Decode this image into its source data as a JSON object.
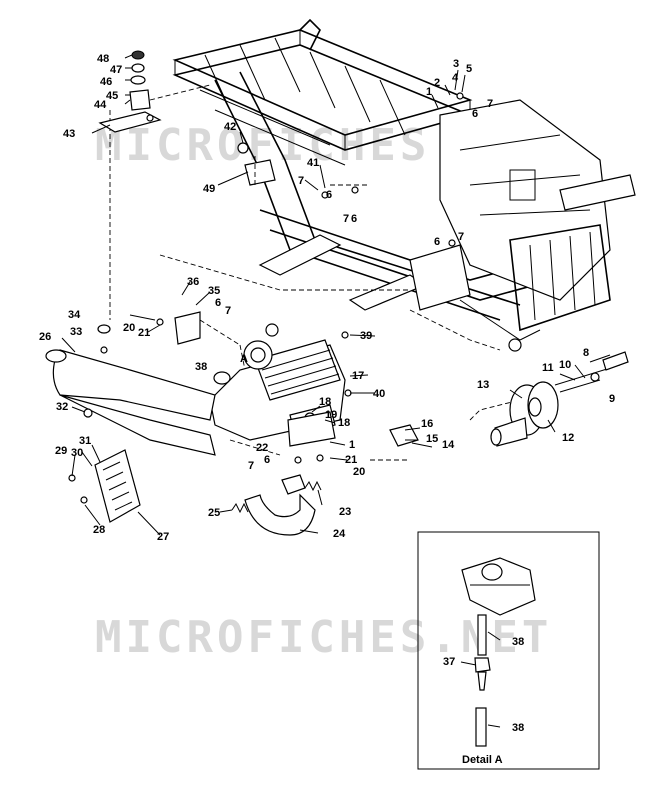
{
  "watermark": "MICROFICHES.NET",
  "detail": {
    "title": "Detail A"
  },
  "callouts": [
    {
      "id": "c48",
      "text": "48"
    },
    {
      "id": "c47",
      "text": "47"
    },
    {
      "id": "c46",
      "text": "46"
    },
    {
      "id": "c45",
      "text": "45"
    },
    {
      "id": "c44",
      "text": "44"
    },
    {
      "id": "c43",
      "text": "43"
    },
    {
      "id": "c42",
      "text": "42"
    },
    {
      "id": "c49",
      "text": "49"
    },
    {
      "id": "c1a",
      "text": "1"
    },
    {
      "id": "c2",
      "text": "2"
    },
    {
      "id": "c3",
      "text": "3"
    },
    {
      "id": "c4",
      "text": "4"
    },
    {
      "id": "c5",
      "text": "5"
    },
    {
      "id": "c6a",
      "text": "6"
    },
    {
      "id": "c7a",
      "text": "7"
    },
    {
      "id": "c41",
      "text": "41"
    },
    {
      "id": "c7b",
      "text": "7"
    },
    {
      "id": "c6b",
      "text": "6"
    },
    {
      "id": "c7c",
      "text": "7"
    },
    {
      "id": "c6c",
      "text": "6"
    },
    {
      "id": "c6d",
      "text": "6"
    },
    {
      "id": "c7d",
      "text": "7"
    },
    {
      "id": "c36",
      "text": "36"
    },
    {
      "id": "c35",
      "text": "35"
    },
    {
      "id": "c6e",
      "text": "6"
    },
    {
      "id": "c7e",
      "text": "7"
    },
    {
      "id": "c20a",
      "text": "20"
    },
    {
      "id": "c21a",
      "text": "21"
    },
    {
      "id": "c34",
      "text": "34"
    },
    {
      "id": "c33",
      "text": "33"
    },
    {
      "id": "c26",
      "text": "26"
    },
    {
      "id": "c38a",
      "text": "38"
    },
    {
      "id": "cA",
      "text": "A"
    },
    {
      "id": "c39",
      "text": "39"
    },
    {
      "id": "c17",
      "text": "17"
    },
    {
      "id": "c40",
      "text": "40"
    },
    {
      "id": "c8",
      "text": "8"
    },
    {
      "id": "c11",
      "text": "11"
    },
    {
      "id": "c10",
      "text": "10"
    },
    {
      "id": "c9",
      "text": "9"
    },
    {
      "id": "c13",
      "text": "13"
    },
    {
      "id": "c12",
      "text": "12"
    },
    {
      "id": "c32",
      "text": "32"
    },
    {
      "id": "c18a",
      "text": "18"
    },
    {
      "id": "c19",
      "text": "19"
    },
    {
      "id": "c18b",
      "text": "18"
    },
    {
      "id": "c16",
      "text": "16"
    },
    {
      "id": "c15",
      "text": "15"
    },
    {
      "id": "c14",
      "text": "14"
    },
    {
      "id": "c1b",
      "text": "1"
    },
    {
      "id": "c22",
      "text": "22"
    },
    {
      "id": "c21b",
      "text": "21"
    },
    {
      "id": "c6f",
      "text": "6"
    },
    {
      "id": "c7f",
      "text": "7"
    },
    {
      "id": "c20b",
      "text": "20"
    },
    {
      "id": "c31",
      "text": "31"
    },
    {
      "id": "c29",
      "text": "29"
    },
    {
      "id": "c30",
      "text": "30"
    },
    {
      "id": "c28",
      "text": "28"
    },
    {
      "id": "c27",
      "text": "27"
    },
    {
      "id": "c25",
      "text": "25"
    },
    {
      "id": "c23",
      "text": "23"
    },
    {
      "id": "c24",
      "text": "24"
    },
    {
      "id": "c38b",
      "text": "38"
    },
    {
      "id": "c37",
      "text": "37"
    },
    {
      "id": "c38c",
      "text": "38"
    }
  ]
}
